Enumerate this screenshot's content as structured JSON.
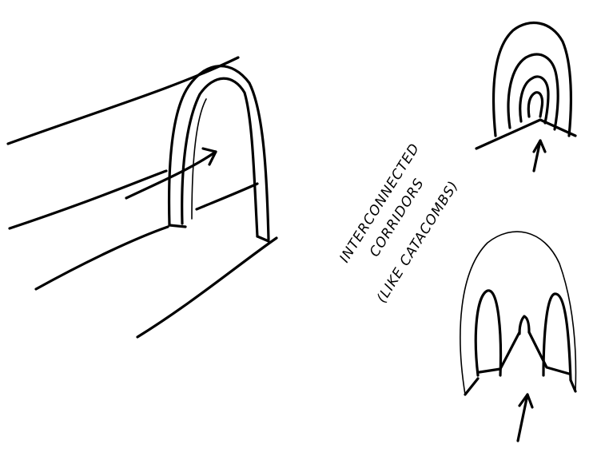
{
  "annotation": {
    "line1": "INTERCONNECTED",
    "line2": "CORRIDORS",
    "line3": "(LIKE CATACOMBS)"
  },
  "colors": {
    "background": "#ffffff",
    "ink": "#000000"
  }
}
